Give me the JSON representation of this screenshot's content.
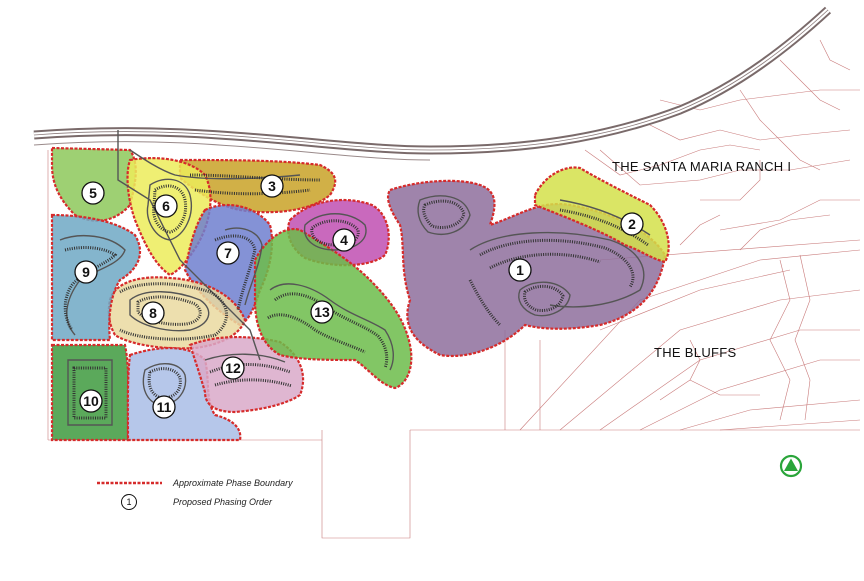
{
  "labels": {
    "santa_maria_ranch": "THE SANTA MARIA RANCH I",
    "bluffs": "THE BLUFFS"
  },
  "phases": [
    {
      "number": "1",
      "color": "#8e6f9c"
    },
    {
      "number": "2",
      "color": "#d4e04a"
    },
    {
      "number": "3",
      "color": "#c9a227"
    },
    {
      "number": "4",
      "color": "#c04fb1"
    },
    {
      "number": "5",
      "color": "#8dc85a"
    },
    {
      "number": "6",
      "color": "#ecec5a"
    },
    {
      "number": "7",
      "color": "#6f7fcf"
    },
    {
      "number": "8",
      "color": "#ead9a0"
    },
    {
      "number": "9",
      "color": "#6fa8c4"
    },
    {
      "number": "10",
      "color": "#3e9a3e"
    },
    {
      "number": "11",
      "color": "#a9bde6"
    },
    {
      "number": "12",
      "color": "#d9a9c9"
    },
    {
      "number": "13",
      "color": "#6cbc4a"
    }
  ],
  "legend": {
    "boundary_label": "Approximate Phase Boundary",
    "order_label": "Proposed Phasing Order",
    "order_symbol": "1"
  },
  "colors": {
    "boundary": "#d62b2b",
    "property_lines": "#c97b7b",
    "highway": "#7a6a6a",
    "north_arrow": "#2aa53a"
  },
  "icons": {
    "north_arrow": "north-arrow-icon"
  }
}
